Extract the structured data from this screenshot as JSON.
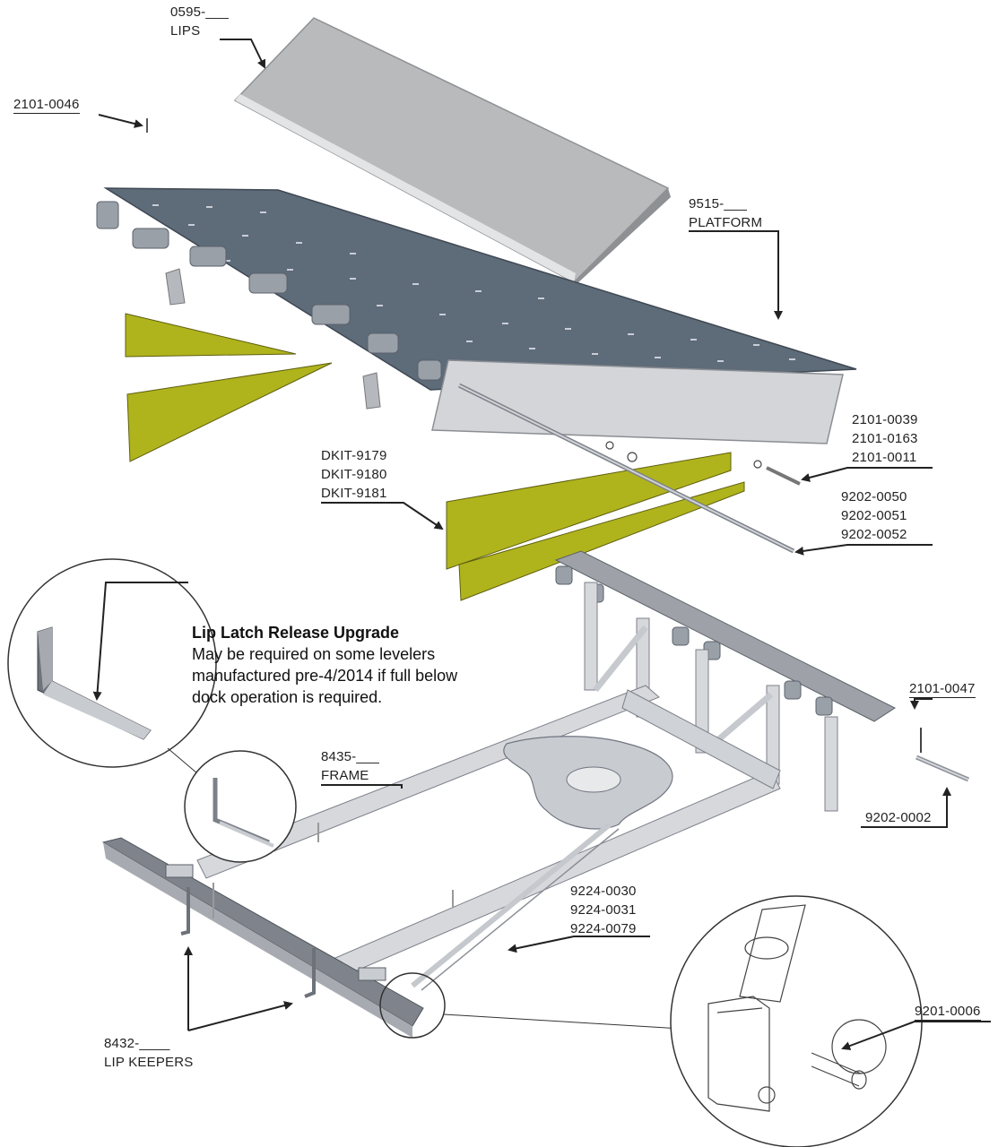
{
  "labels": {
    "lips": [
      "0595-___",
      "LIPS"
    ],
    "pin_top": [
      "2101-0046"
    ],
    "platform": [
      "9515-___",
      "PLATFORM"
    ],
    "hinge_hardware": [
      "2101-0039",
      "2101-0163",
      "2101-0011"
    ],
    "dkit": [
      "DKIT-9179",
      "DKIT-9180",
      "DKIT-9181"
    ],
    "hinge_pins": [
      "9202-0050",
      "9202-0051",
      "9202-0052"
    ],
    "frame": [
      "8435-___",
      "FRAME"
    ],
    "pin_right": [
      "2101-0047"
    ],
    "pin_right_2": [
      "9202-0002"
    ],
    "cylinders": [
      "9224-0030",
      "9224-0031",
      "9224-0079"
    ],
    "lip_keepers": [
      "8432-____",
      "LIP KEEPERS"
    ],
    "detail_pin": [
      "9201-0006"
    ]
  },
  "note": {
    "title": "Lip Latch Release Upgrade",
    "body": "May be required on some levelers manufactured pre-4/2014 if full below dock operation is required."
  },
  "colors": {
    "platform_top": "#5e6b79",
    "platform_side": "#d3d5d8",
    "lip": "#b9babc",
    "toe_guard": "#b0b41c",
    "frame": "#d6d8dc",
    "frame_dark": "#7c8088",
    "ink": "#222222"
  }
}
